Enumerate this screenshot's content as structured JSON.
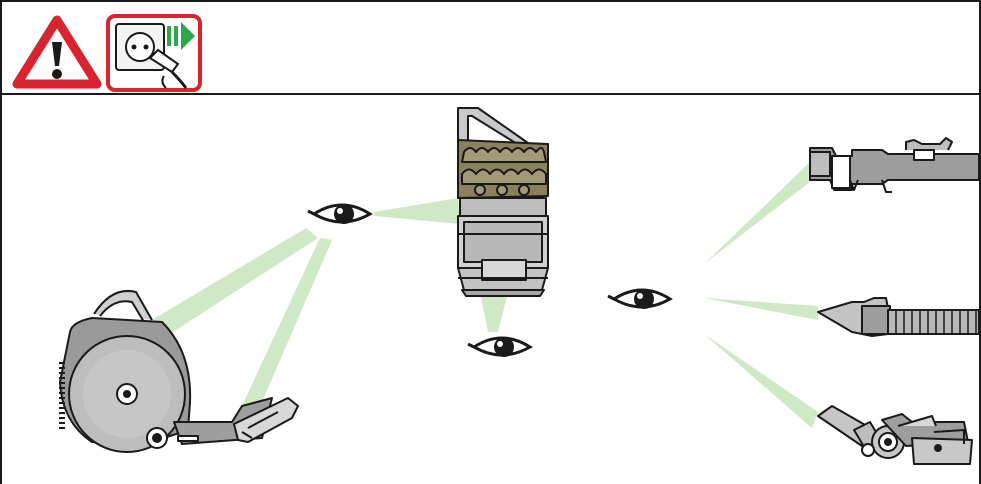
{
  "illustration": {
    "warning_icon": "warning-triangle-icon",
    "unplug_icon": "unplug-power-plug-icon",
    "eye_icon": "eye-icon",
    "colors": {
      "warning_red": "#d9232e",
      "sight_beam": "#cfe8c6",
      "machine_grey": "#b3b3b3",
      "dark_grey": "#6e6e6e",
      "cyclone_olive": "#8a8060",
      "outline": "#1a1a1a",
      "arrow_green": "#2aa84a"
    },
    "parts": [
      "main-body",
      "cyclone-bin",
      "extension-wand",
      "hose-with-crevice-tool",
      "floor-cleaner-head"
    ]
  }
}
